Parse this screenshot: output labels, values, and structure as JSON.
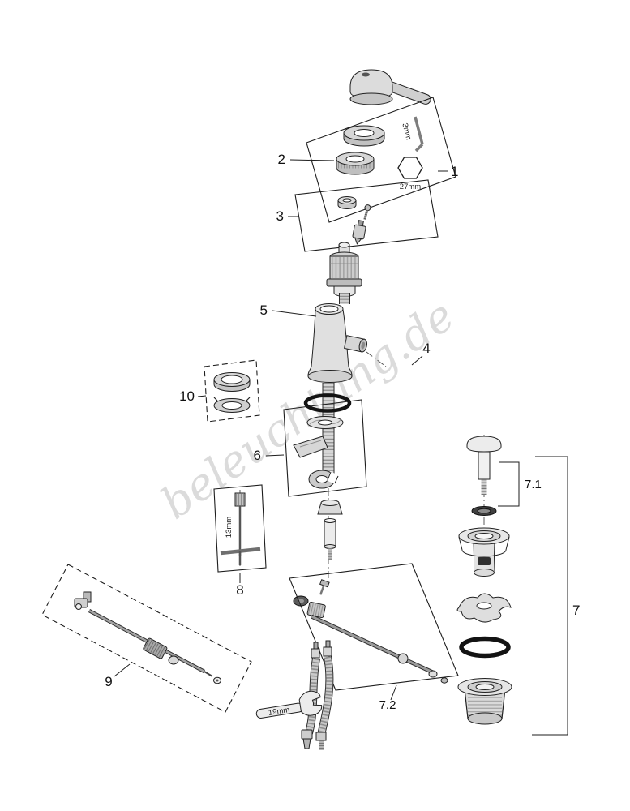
{
  "diagram": {
    "watermark": "beleuchtung.de",
    "parts": {
      "p1": "1",
      "p2": "2",
      "p3": "3",
      "p4": "4",
      "p5": "5",
      "p6": "6",
      "p7": "7",
      "p7_1": "7.1",
      "p7_2": "7.2",
      "p8": "8",
      "p9": "9",
      "p10": "10"
    },
    "dims": {
      "allen": "3mm",
      "hex": "27mm",
      "socket": "13mm",
      "wrench": "19mm"
    }
  }
}
